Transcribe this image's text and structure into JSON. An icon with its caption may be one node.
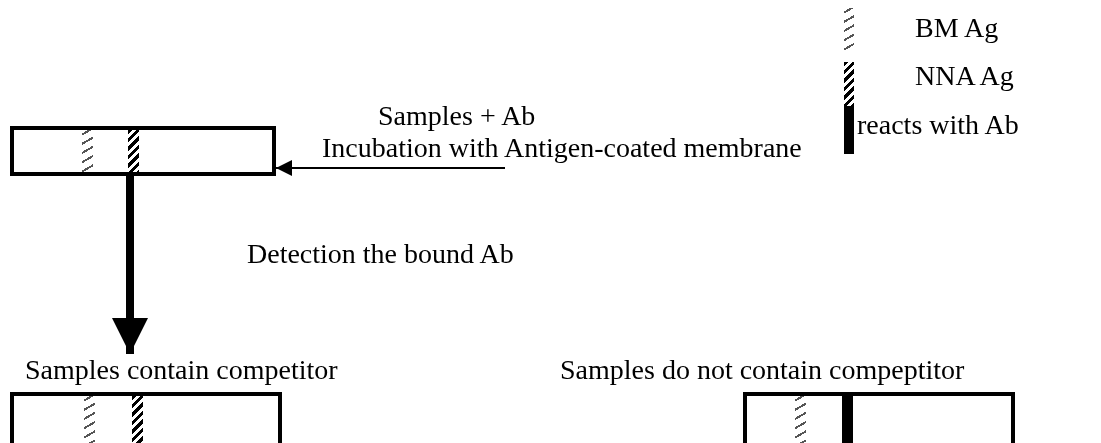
{
  "diagram": {
    "nodes": [
      {
        "text": [],
        "shape": "box"
      },
      {
        "text": [
          "Samples + Ab",
          "Incubation with Antigen-coated membrane"
        ]
      },
      {
        "text": [
          "Samples contain competitor"
        ]
      },
      {
        "text": [
          "Samples do not contain compeptitor"
        ]
      }
    ],
    "edges": [
      {
        "from": 1,
        "to": 0,
        "arrow": "to"
      },
      {
        "from": 0,
        "to": 2,
        "arrow": "to",
        "style": "thick",
        "label": "Detection the bound Ab"
      }
    ],
    "legend": [
      {
        "text": "BM Ag"
      },
      {
        "text": "NNA Ag"
      },
      {
        "text": "reacts with Ab",
        "color": "#000000"
      }
    ]
  }
}
